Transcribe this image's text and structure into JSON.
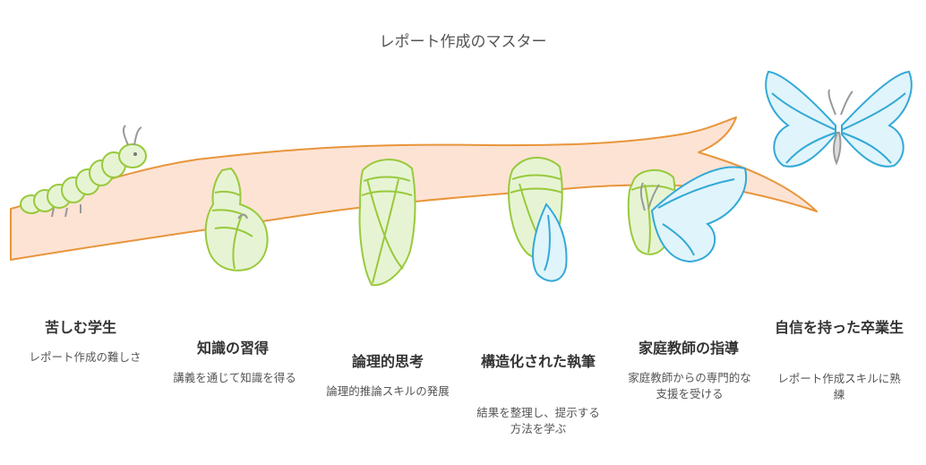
{
  "title": "レポート作成のマスター",
  "colors": {
    "branch_fill": "#fde3d4",
    "branch_stroke": "#e8953b",
    "green_fill": "#e7f4d3",
    "green_stroke": "#98c93c",
    "blue_fill": "#e0f4fb",
    "blue_stroke": "#33a9d6"
  },
  "stages": [
    {
      "title": "苦しむ学生",
      "desc": "レポート作成の難しさ",
      "icon": "caterpillar-icon"
    },
    {
      "title": "知識の習得",
      "desc": "講義を通じて知識を得る",
      "icon": "early-chrysalis-icon"
    },
    {
      "title": "論理的思考",
      "desc": "論理的推論スキルの発展",
      "icon": "chrysalis-icon"
    },
    {
      "title": "構造化された執筆",
      "desc": "結果を整理し、提示する方法を学ぶ",
      "icon": "chrysalis-with-wing-icon"
    },
    {
      "title": "家庭教師の指導",
      "desc": "家庭教師からの専門的な支援を受ける",
      "icon": "emerging-butterfly-icon"
    },
    {
      "title": "自信を持った卒業生",
      "desc": "レポート作成スキルに熟練",
      "icon": "butterfly-icon"
    }
  ]
}
